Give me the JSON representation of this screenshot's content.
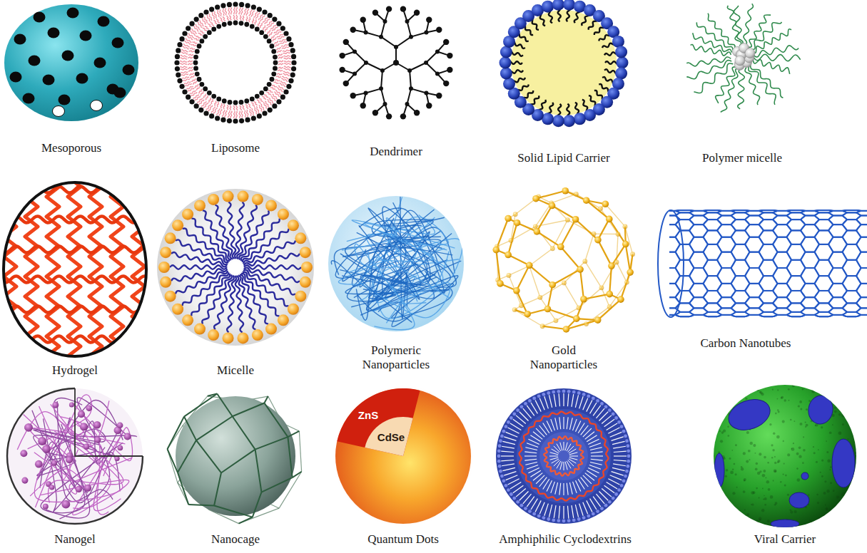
{
  "diagram": {
    "labels": [
      "Mesoporous",
      "Liposome",
      "Dendrimer",
      "Solid Lipid Carrier",
      "Polymer micelle",
      "Hydrogel",
      "Micelle",
      "Polymeric Nanoparticles",
      "Gold Nanoparticles",
      "Carbon Nanotubes",
      "Nanogel",
      "Nanocage",
      "ZnS",
      "CdSe",
      "Quantum Dots",
      "Amphiphilic Cyclodextrins",
      "Viral Carrier"
    ]
  }
}
